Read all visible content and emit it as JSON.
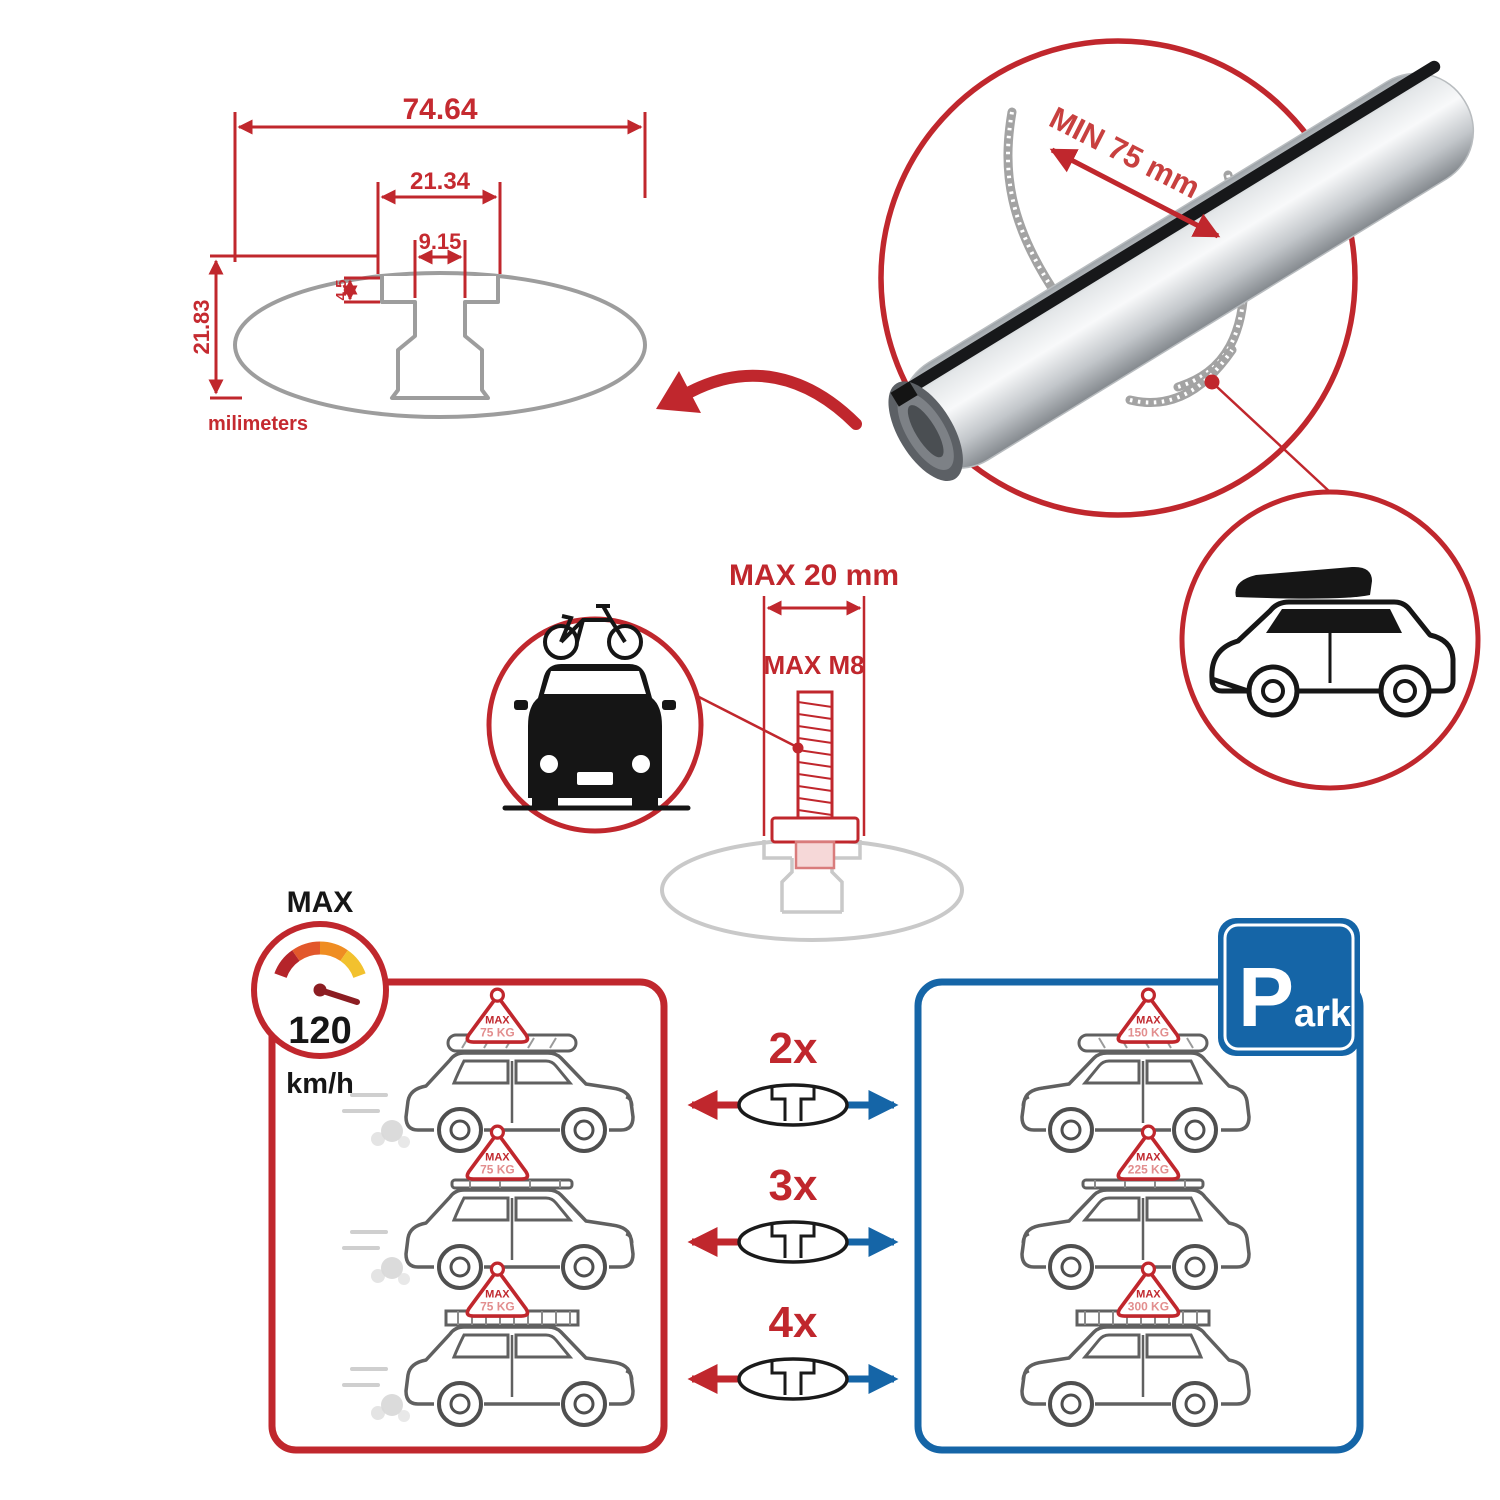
{
  "colors": {
    "accent_red": "#c0272d",
    "accent_blue": "#1565a7",
    "gauge_segments": [
      "#b5242a",
      "#e2572b",
      "#ef8d22",
      "#f2c12e"
    ]
  },
  "profile_dimensions": {
    "total_width": "74.64",
    "channel_outer_width": "21.34",
    "channel_opening_width": "9.15",
    "lip_depth": "4.5",
    "total_height": "21.83",
    "units_label": "milimeters"
  },
  "bar_detail": {
    "min_rail_span_label": "MIN 75 mm"
  },
  "bolt_detail": {
    "max_head_width_label": "MAX 20 mm",
    "max_thread_label": "MAX M8"
  },
  "speed_limit": {
    "title": "MAX",
    "value": "120",
    "units": "km/h"
  },
  "parking_sign": {
    "letter_large": "P",
    "letters_small": "ark"
  },
  "driving_panel": {
    "cars": [
      {
        "badge_title": "MAX",
        "badge_value": "75 KG"
      },
      {
        "badge_title": "MAX",
        "badge_value": "75 KG"
      },
      {
        "badge_title": "MAX",
        "badge_value": "75 KG"
      }
    ]
  },
  "bar_multipliers": [
    "2x",
    "3x",
    "4x"
  ],
  "parking_panel": {
    "cars": [
      {
        "badge_title": "MAX",
        "badge_value": "150 KG"
      },
      {
        "badge_title": "MAX",
        "badge_value": "225 KG"
      },
      {
        "badge_title": "MAX",
        "badge_value": "300 KG"
      }
    ]
  }
}
